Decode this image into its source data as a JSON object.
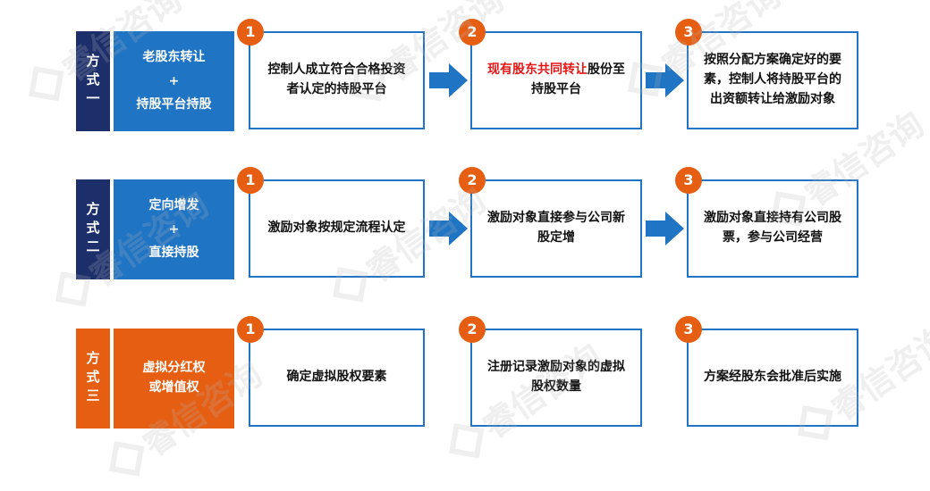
{
  "rows": [
    {
      "label": "方式一",
      "desc_lines": [
        "老股东转让",
        "+",
        "持股平台持股"
      ],
      "steps": [
        {
          "num": "1",
          "text": "控制人成立符合合格投资者认定的持股平台"
        },
        {
          "num": "2",
          "text_highlight": "现有股东共同转让",
          "text_rest": "股份至持股平台"
        },
        {
          "num": "3",
          "text": "按照分配方案确定好的要素，控制人将持股平台的出资额转让给激励对象"
        }
      ]
    },
    {
      "label": "方式二",
      "desc_lines": [
        "定向增发",
        "+",
        "直接持股"
      ],
      "steps": [
        {
          "num": "1",
          "text": "激励对象按规定流程认定"
        },
        {
          "num": "2",
          "text": "激励对象直接参与公司新股定增"
        },
        {
          "num": "3",
          "text": "激励对象直接持有公司股票，参与公司经营"
        }
      ]
    },
    {
      "label": "方式三",
      "desc_lines": [
        "虚拟分红权",
        "或增值权"
      ],
      "steps": [
        {
          "num": "1",
          "text": "确定虚拟股权要素"
        },
        {
          "num": "2",
          "text": "注册记录激励对象的虚拟股权数量"
        },
        {
          "num": "3",
          "text": "方案经股东会批准后实施"
        }
      ]
    }
  ],
  "watermark_text": "睿信咨询",
  "colors": {
    "navy": "#1c2f6b",
    "blue": "#1f74c3",
    "orange": "#e65e12",
    "highlight_red": "#e51616"
  }
}
